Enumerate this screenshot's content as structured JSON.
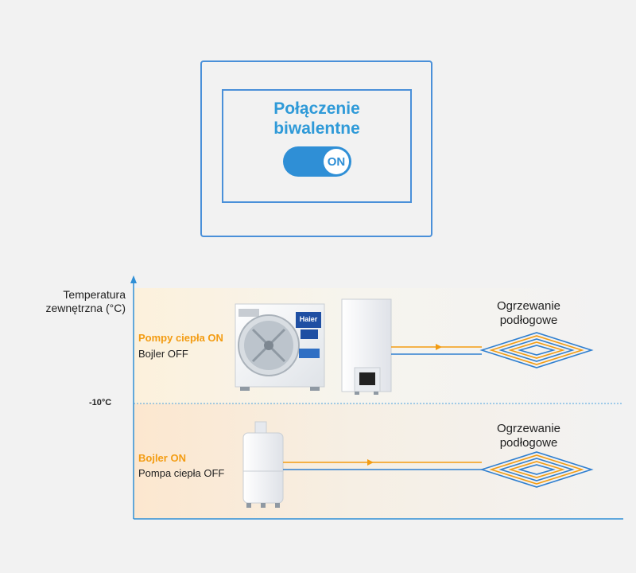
{
  "control": {
    "title_line1": "Połączenie",
    "title_line2": "biwalentne",
    "toggle_label": "ON"
  },
  "diagram": {
    "axis_label": "Temperatura zewnętrzna (°C)",
    "threshold": "-10°C",
    "scenario_above": {
      "on_label": "Pompy ciepła ON",
      "off_label": "Bojler OFF",
      "destination": "Ogrzewanie podłogowe",
      "unit_brand": "Haier"
    },
    "scenario_below": {
      "on_label": "Bojler ON",
      "off_label": "Pompa ciepła OFF",
      "destination": "Ogrzewanie podłogowe"
    }
  },
  "colors": {
    "accent_blue": "#2f8fd6",
    "on_orange": "#f39c12",
    "pipe_blue": "#2f7fd0"
  }
}
